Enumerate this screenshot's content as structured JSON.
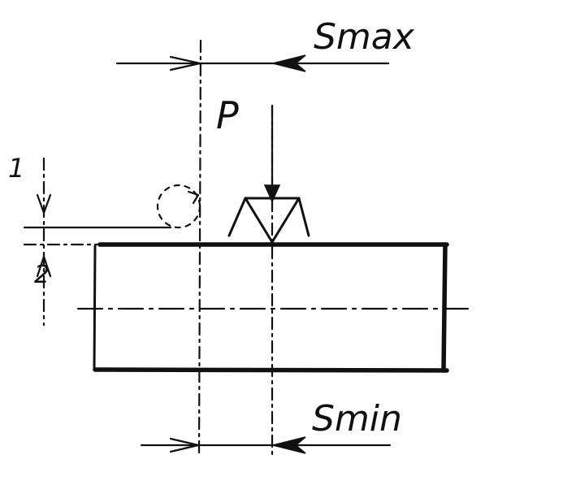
{
  "labels": {
    "s_max": "Smax",
    "s_min": "Smin",
    "force": "P",
    "dim_top": "1",
    "dim_bottom": "2"
  },
  "colors": {
    "ink": "#111111",
    "background": "#ffffff"
  }
}
